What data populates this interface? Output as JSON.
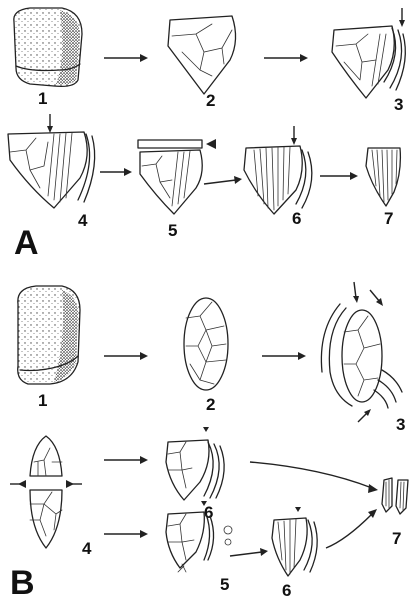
{
  "figure": {
    "panel_a": {
      "letter": "A",
      "step_labels": [
        "1",
        "2",
        "3",
        "4",
        "5",
        "6",
        "7"
      ]
    },
    "panel_b": {
      "letter": "B",
      "step_labels": [
        "1",
        "2",
        "3",
        "4",
        "5",
        "6",
        "6",
        "7"
      ]
    }
  }
}
